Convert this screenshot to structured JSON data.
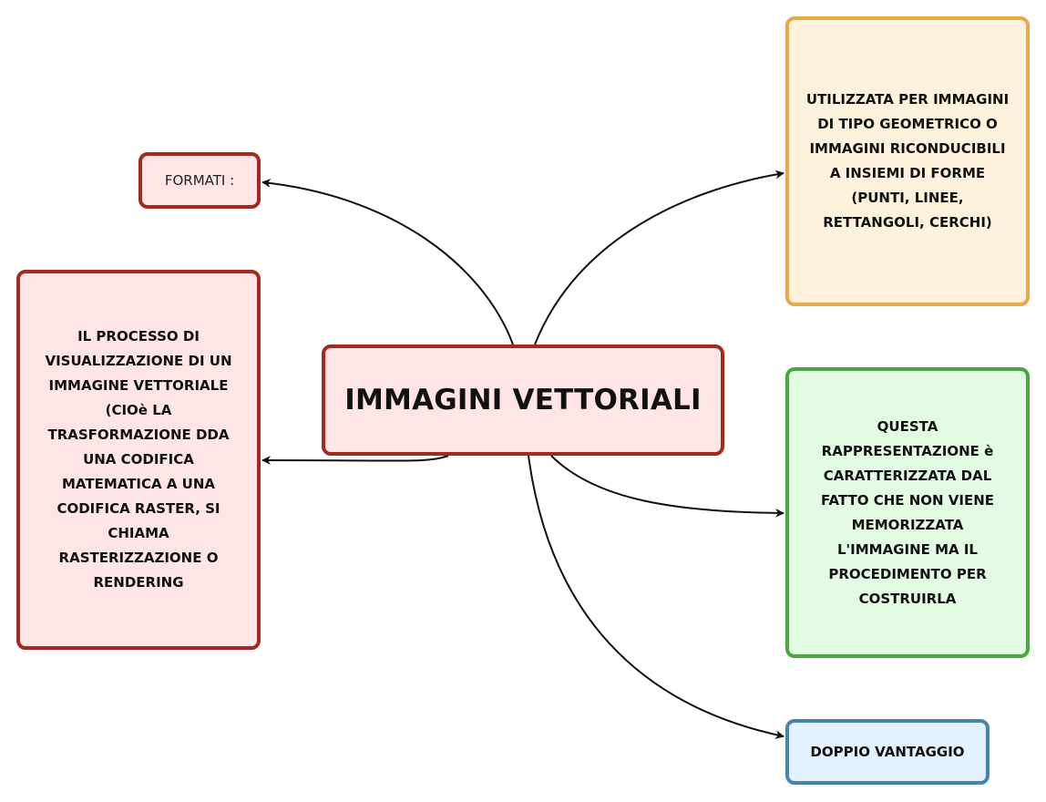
{
  "center": {
    "label": "IMMAGINI VETTORIALI"
  },
  "formati": {
    "label": "FORMATI :"
  },
  "processo": {
    "lines": [
      "IL PROCESSO DI",
      "VISUALIZZAZIONE DI UN",
      "IMMAGINE VETTORIALE",
      "(CIOè LA",
      "TRASFORMAZIONE DDA",
      "UNA CODIFICA",
      "MATEMATICA A UNA",
      "CODIFICA RASTER, SI",
      "CHIAMA",
      "RASTERIZZAZIONE O",
      "RENDERING"
    ]
  },
  "utilizzata": {
    "lines": [
      "UTILIZZATA PER IMMAGINI",
      "DI TIPO GEOMETRICO O",
      "IMMAGINI RICONDUCIBILI",
      "A INSIEMI DI FORME",
      "(PUNTI, LINEE,",
      "RETTANGOLI, CERCHI)"
    ]
  },
  "questa": {
    "lines": [
      "QUESTA",
      "RAPPRESENTAZIONE è",
      "CARATTERIZZATA DAL",
      "FATTO CHE NON VIENE",
      "MEMORIZZATA",
      "L'IMMAGINE MA IL",
      "PROCEDIMENTO PER",
      "COSTRUIRLA"
    ]
  },
  "doppio": {
    "label": "DOPPIO VANTAGGIO"
  },
  "colors": {
    "red_border": "#a52a1e",
    "red_fill": "#ffe5e5",
    "orange_border": "#e7a94a",
    "orange_fill": "#fff2dc",
    "green_border": "#4ca544",
    "green_fill": "#e4fbe3",
    "blue_border": "#4a83ad",
    "blue_fill": "#e3f2ff",
    "edge": "#111111"
  }
}
